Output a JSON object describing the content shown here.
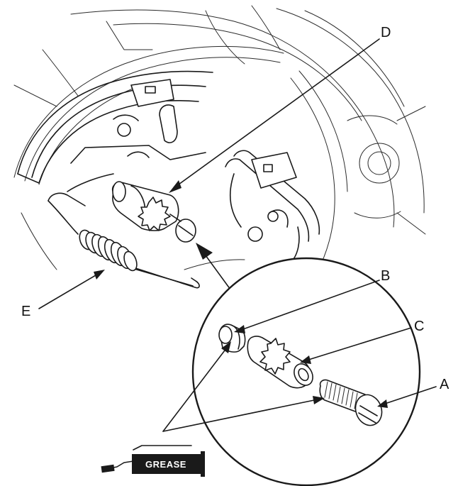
{
  "callouts": {
    "a": "A",
    "b": "B",
    "c": "C",
    "d": "D",
    "e": "E"
  },
  "grease_label": "GREASE"
}
